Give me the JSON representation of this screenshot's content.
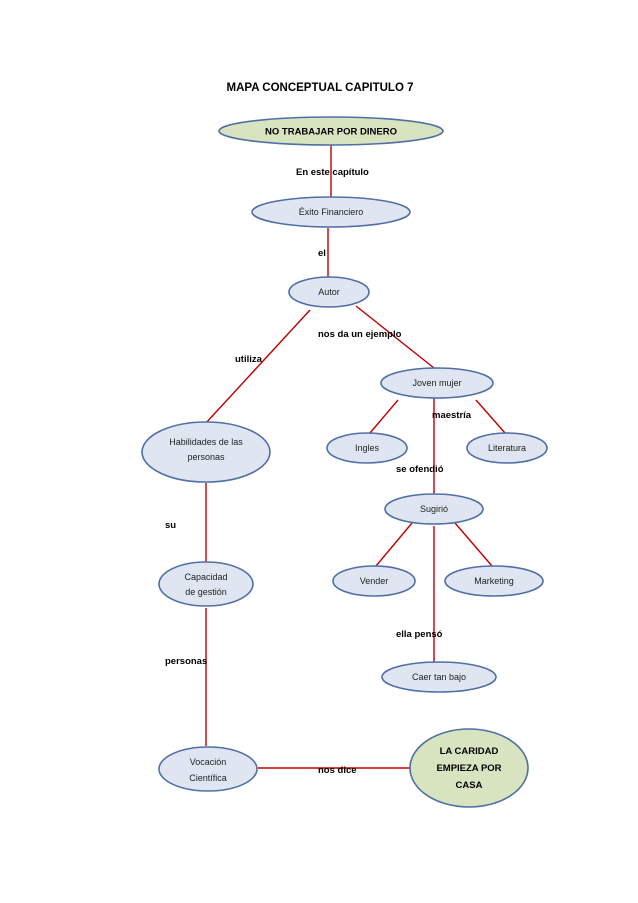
{
  "title": "MAPA CONCEPTUAL CAPITULO 7",
  "nodes": {
    "root": "NO TRABAJAR POR DINERO",
    "exito": "Éxito Financiero",
    "autor": "Autor",
    "joven": "Joven mujer",
    "habilidades": [
      "Habilidades de las",
      "personas"
    ],
    "ingles": "Ingles",
    "literatura": "Literatura",
    "sugirio": "Sugirió",
    "capacidad": [
      "Capacidad",
      "de gestión"
    ],
    "vender": "Vender",
    "marketing": "Marketing",
    "caer": "Caer tan bajo",
    "vocacion": [
      "Vocación",
      "Científica"
    ],
    "caridad": [
      "LA CARIDAD",
      "EMPIEZA POR",
      "CASA"
    ]
  },
  "links": {
    "en_este_capitulo": "En este capítulo",
    "el": "el",
    "nos_da_un_ejemplo": "nos da un ejemplo",
    "utiliza": "utiliza",
    "maestria": "maestría",
    "se_ofendio": "se ofendió",
    "su": "su",
    "personas": "personas",
    "ella_penso": "ella pensó",
    "nos_dice": "nos dice"
  },
  "colors": {
    "edge": "#c00000",
    "node_fill": "#dfe6f1",
    "node_border": "#4f6fa6",
    "highlight_fill": "#d8e3c0"
  }
}
